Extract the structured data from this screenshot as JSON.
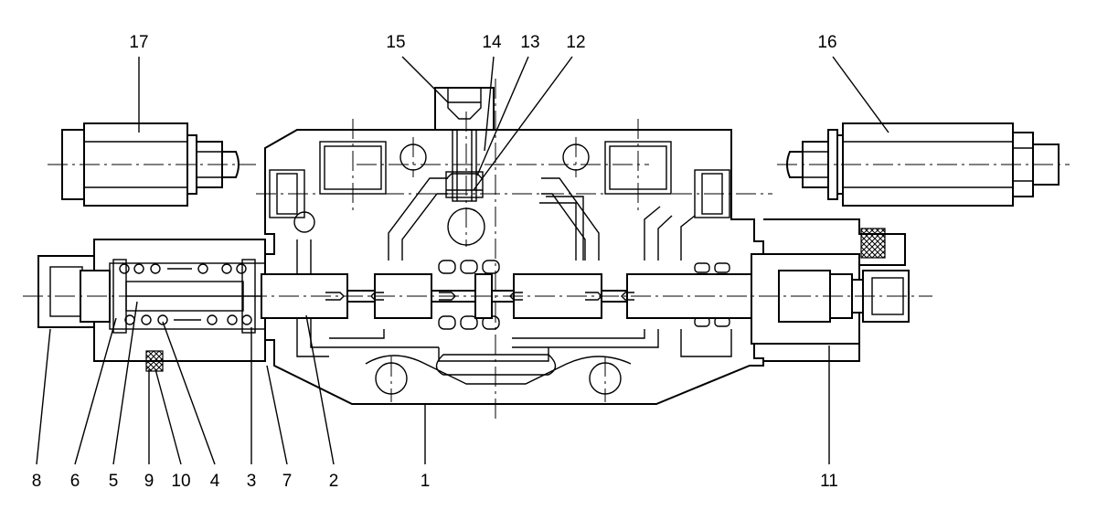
{
  "callouts": [
    {
      "id": "p1",
      "text": "1"
    },
    {
      "id": "p2",
      "text": "2"
    },
    {
      "id": "p3",
      "text": "3"
    },
    {
      "id": "p4",
      "text": "4"
    },
    {
      "id": "p5",
      "text": "5"
    },
    {
      "id": "p6",
      "text": "6"
    },
    {
      "id": "p7",
      "text": "7"
    },
    {
      "id": "p8",
      "text": "8"
    },
    {
      "id": "p9",
      "text": "9"
    },
    {
      "id": "p10",
      "text": "10"
    },
    {
      "id": "p11",
      "text": "11"
    },
    {
      "id": "p12",
      "text": "12"
    },
    {
      "id": "p13",
      "text": "13"
    },
    {
      "id": "p14",
      "text": "14"
    },
    {
      "id": "p15",
      "text": "15"
    },
    {
      "id": "p16",
      "text": "16"
    },
    {
      "id": "p17",
      "text": "17"
    }
  ]
}
